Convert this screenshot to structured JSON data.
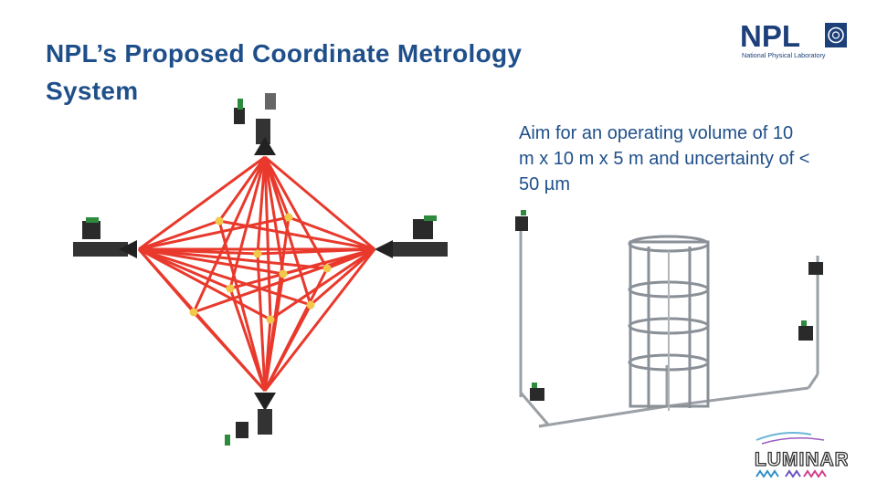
{
  "slide": {
    "title": "NPL’s Proposed Coordinate Metrology System",
    "body_text": "Aim for an operating volume of 10 m x 10 m x 5 m and uncertainty of < 50 µm"
  },
  "logo": {
    "npl_letters": "NPL",
    "npl_subtitle": "National Physical Laboratory",
    "npl_color": "#1d3f7a",
    "partner_logo_text": "LUMINAR"
  },
  "colors": {
    "title": "#1f4f8a",
    "beam_lines": "#e8392c",
    "target_points": "#f2c84b",
    "instrument": "#2f2f2f"
  }
}
